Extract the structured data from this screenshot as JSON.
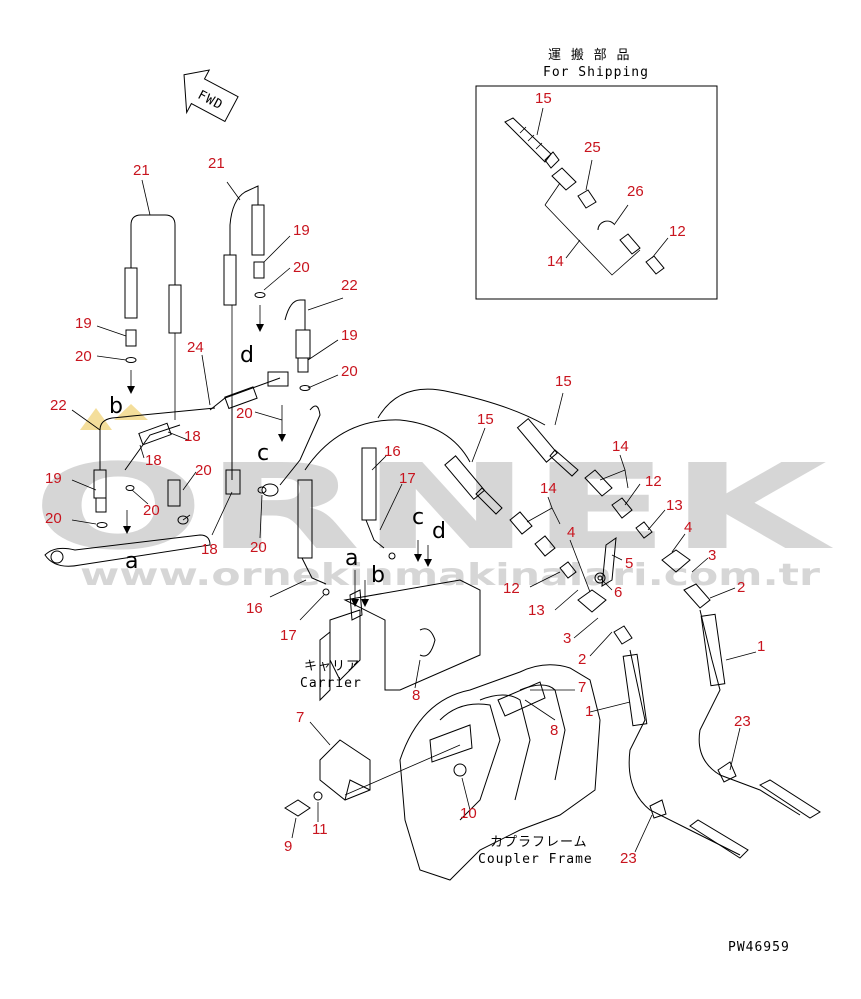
{
  "shipping_box": {
    "title_jp": "運 搬 部 品",
    "title_en": "For Shipping"
  },
  "fwd_label": "FWD",
  "carrier": {
    "jp": "キャリア",
    "en": "Carrier"
  },
  "coupler_frame": {
    "jp": "カプラフレーム",
    "en": "Coupler Frame"
  },
  "drawing_number": "PW46959",
  "watermark": {
    "main": "ORNEK",
    "url": "www.ornekinmakinalari.com.tr"
  },
  "letters": [
    "a",
    "b",
    "c",
    "d"
  ],
  "callouts": {
    "c15_box": "15",
    "c25": "25",
    "c26": "26",
    "c12_box": "12",
    "c14_box": "14",
    "c21_left": "21",
    "c21_right": "21",
    "c19_a": "19",
    "c20_a": "20",
    "c22_a": "22",
    "c19_b": "19",
    "c20_b": "20",
    "c24": "24",
    "c22_b": "22",
    "c19_c": "19",
    "c20_c": "20",
    "c20_d": "20",
    "c18_a": "18",
    "c18_b": "18",
    "c20_e": "20",
    "c19_d": "19",
    "c20_f": "20",
    "c18_c": "18",
    "c20_g": "20",
    "c16_a": "16",
    "c17_a": "17",
    "c16_b": "16",
    "c17_b": "17",
    "c15_a": "15",
    "c15_b": "15",
    "c14_a": "14",
    "c14_b": "14",
    "c12_a": "12",
    "c13_a": "13",
    "c4_a": "4",
    "c4_b": "4",
    "c12_b": "12",
    "c13_b": "13",
    "c5": "5",
    "c6": "6",
    "c3_a": "3",
    "c3_b": "3",
    "c2_a": "2",
    "c2_b": "2",
    "c1_a": "1",
    "c1_b": "1",
    "c7_a": "7",
    "c7_b": "7",
    "c8_a": "8",
    "c8_b": "8",
    "c9": "9",
    "c10": "10",
    "c11": "11",
    "c23_a": "23",
    "c23_b": "23"
  }
}
